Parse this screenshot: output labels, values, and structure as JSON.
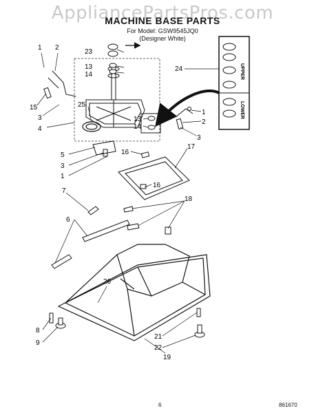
{
  "watermark": "AppliancePartsPros.com",
  "header": {
    "title": "MACHINE BASE PARTS",
    "model_line": "For Model: GSW9545JQ0",
    "variant_line": "(Designer White)"
  },
  "inset_labels": {
    "upper": "UPPER",
    "lower": "LOWER"
  },
  "callouts": {
    "c1a": "1",
    "c2a": "2",
    "c23": "23",
    "c13a": "13",
    "c14a": "14",
    "c24": "24",
    "c15": "15",
    "c25": "25",
    "c3a": "3",
    "c4": "4",
    "c1b": "1",
    "c2b": "2",
    "c3b": "3",
    "c13b": "13",
    "c14b": "14",
    "c5": "5",
    "c3c": "3",
    "c1c": "1",
    "c16a": "16",
    "c17": "17",
    "c16b": "16",
    "c7": "7",
    "c18": "18",
    "c6": "6",
    "c26": "26",
    "c8": "8",
    "c9": "9",
    "c21": "21",
    "c22": "22",
    "c19": "19"
  },
  "footer": {
    "page": "6",
    "code": "861670"
  }
}
